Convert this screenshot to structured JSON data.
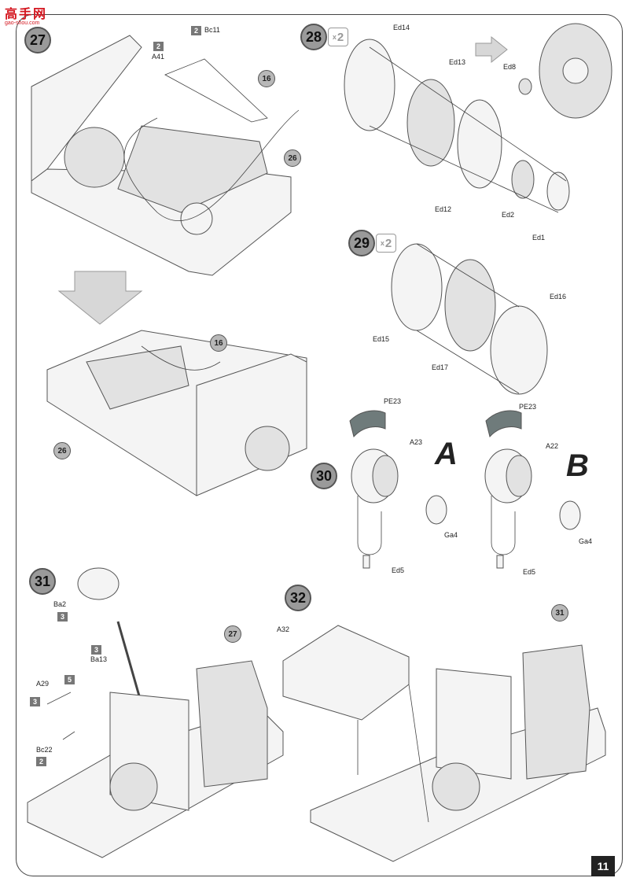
{
  "logo": {
    "text": "高手网",
    "url": "gao-shou.com"
  },
  "page_number": "11",
  "steps": {
    "s27": "27",
    "s28": "28",
    "s29": "29",
    "s30": "30",
    "s31": "31",
    "s32": "32"
  },
  "multipliers": {
    "s28": "2",
    "s29": "2",
    "x": "x"
  },
  "refs": {
    "r16a": "16",
    "r26a": "26",
    "r16b": "16",
    "r26b": "26",
    "r27": "27",
    "r31": "31"
  },
  "tags": {
    "bc11": "2",
    "a41": "2",
    "ba2": "3",
    "ba13": "3",
    "a29a": "5",
    "a29b": "3",
    "bc22": "2"
  },
  "parts": {
    "bc11": "Bc11",
    "a41": "A41",
    "ed14": "Ed14",
    "ed13": "Ed13",
    "ed8": "Ed8",
    "ed12": "Ed12",
    "ed2": "Ed2",
    "ed1": "Ed1",
    "ed15": "Ed15",
    "ed16": "Ed16",
    "ed17": "Ed17",
    "pe23a": "PE23",
    "a23": "A23",
    "ga4a": "Ga4",
    "ed5a": "Ed5",
    "pe23b": "PE23",
    "a22": "A22",
    "ga4b": "Ga4",
    "ed5b": "Ed5",
    "ba2": "Ba2",
    "ba13": "Ba13",
    "a29": "A29",
    "bc22": "Bc22",
    "a32": "A32"
  },
  "variants": {
    "a": "A",
    "b": "B"
  }
}
